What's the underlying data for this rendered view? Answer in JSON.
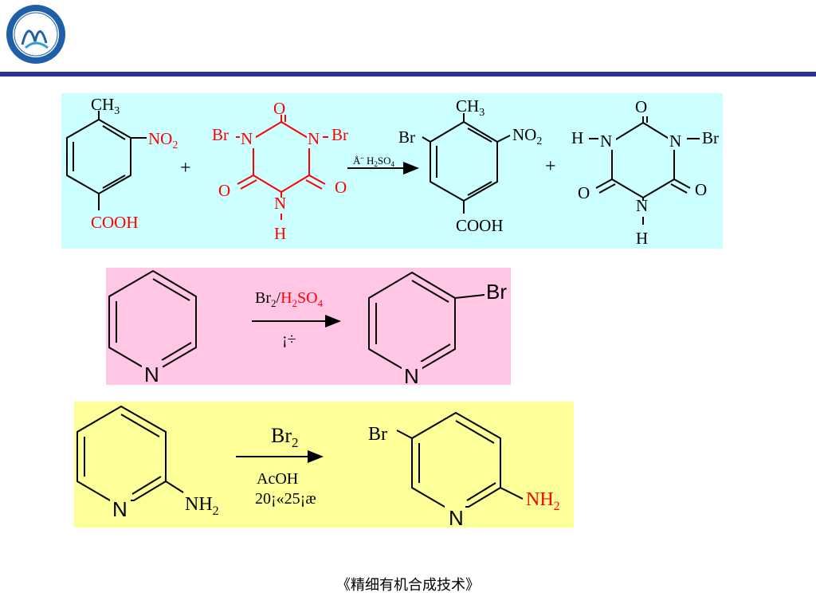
{
  "footer": {
    "title": "《精细有机合成技术》"
  },
  "colors": {
    "header_bar": "#2e3192",
    "panel1": "#ccffff",
    "panel2": "#ffc6e6",
    "panel3": "#ffff99",
    "red": "#ff0000"
  },
  "reaction1": {
    "reactant1": {
      "ch": "CH",
      "ch_sub": "3",
      "no": "NO",
      "no_sub": "2",
      "acid": "COOH"
    },
    "plus1": "+",
    "reagent": {
      "br_left": "Br",
      "br_right": "Br",
      "n": "N",
      "nh_n": "N",
      "nh_h": "H",
      "o": "O"
    },
    "condition": {
      "prefix": "Å¨ H",
      "h_sub": "2",
      "so": "SO",
      "so_sub": "4"
    },
    "product": {
      "br": "Br",
      "ch": "CH",
      "ch_sub": "3",
      "no": "NO",
      "no_sub": "2",
      "acid": "COOH"
    },
    "plus2": "+",
    "byproduct": {
      "h": "H",
      "n": "N",
      "br": "Br",
      "o": "O"
    }
  },
  "reaction2": {
    "reactant_n": "N",
    "reagent": {
      "br": "Br",
      "br_sub": "2",
      "slash": "/",
      "h": "H",
      "h_sub": "2",
      "so": "SO",
      "so_sub": "4"
    },
    "condition": "¡÷",
    "product": {
      "n": "N",
      "br": "Br"
    }
  },
  "reaction3": {
    "reactant": {
      "n": "N",
      "nh": "NH",
      "nh_sub": "2"
    },
    "reagent": {
      "br": "Br",
      "br_sub": "2"
    },
    "solvent": "AcOH",
    "temperature": "20¡«25¡æ",
    "product": {
      "br": "Br",
      "n": "N",
      "nh": "NH",
      "nh_sub": "2"
    }
  }
}
